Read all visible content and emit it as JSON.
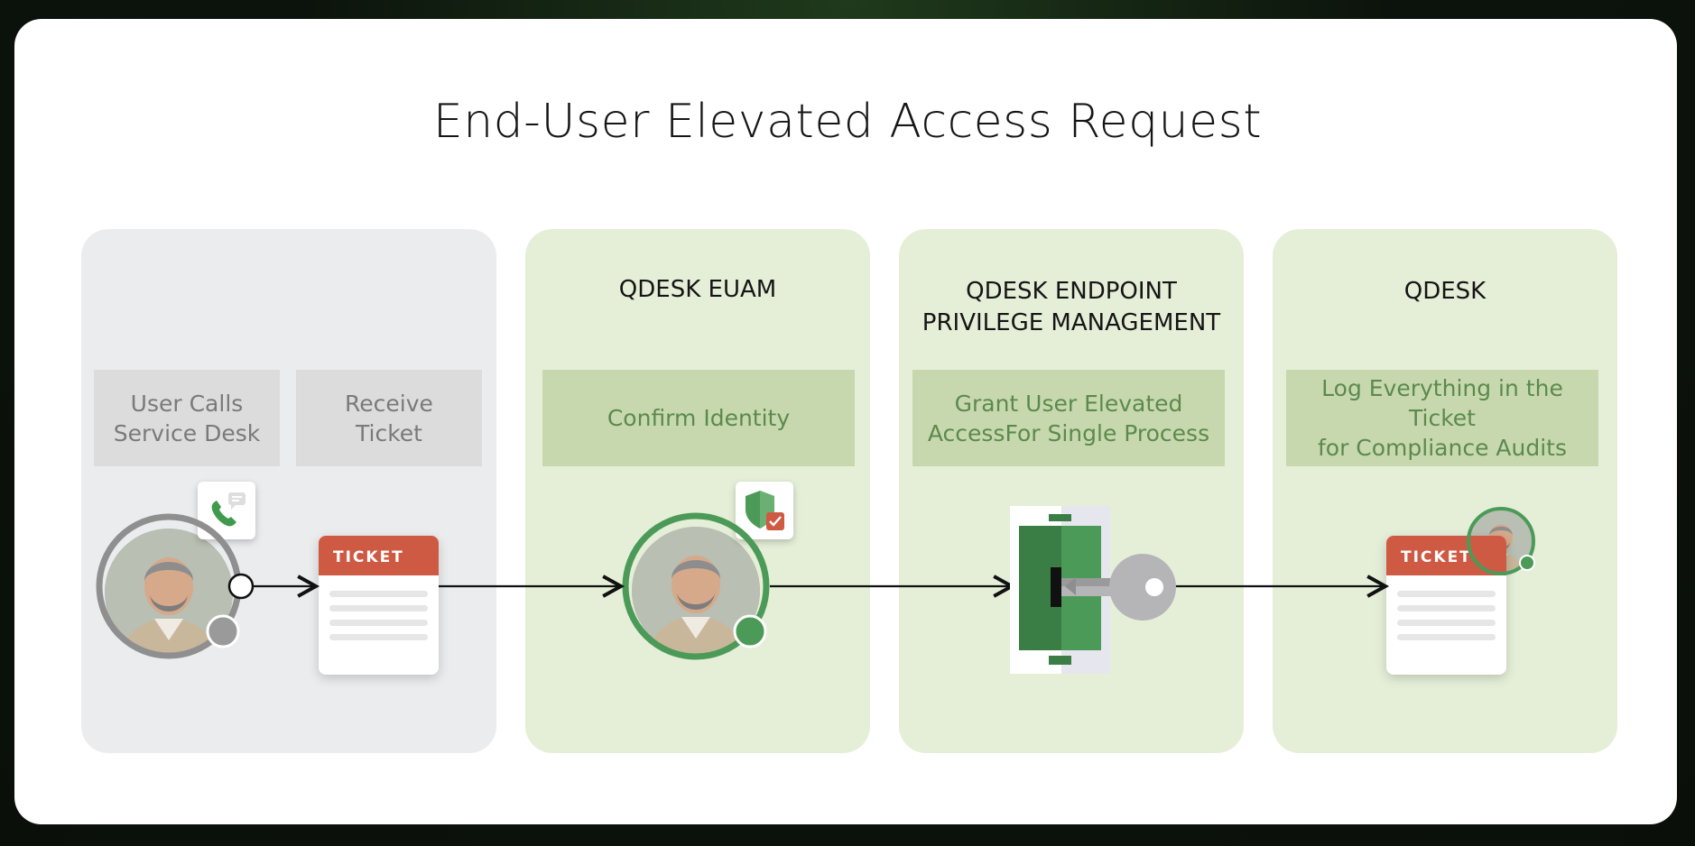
{
  "title": "End-User Elevated Access Request",
  "panels": [
    {
      "heading": "",
      "steps": [
        "User Calls\nService Desk",
        "Receive\nTicket"
      ]
    },
    {
      "heading": "QDESK EUAM",
      "steps": [
        "Confirm Identity"
      ]
    },
    {
      "heading": "QDESK ENDPOINT\nPRIVILEGE MANAGEMENT",
      "steps": [
        "Grant User Elevated\nAccessFor Single Process"
      ]
    },
    {
      "heading": "QDESK",
      "steps": [
        "Log Everything in the Ticket\nfor Compliance Audits"
      ]
    }
  ],
  "ticket_label": "TICKET",
  "colors": {
    "grey_panel": "#ebecee",
    "green_panel": "#e5efd8",
    "green_step": "#c8d8ae",
    "green_text": "#5b8a4d",
    "accent_green": "#4c9a58",
    "ticket_red": "#cf5a44"
  },
  "icons": [
    "phone-icon",
    "chat-bubble-icon",
    "shield-check-icon",
    "key-icon",
    "lock-slot-icon",
    "avatar-photo-icon"
  ]
}
